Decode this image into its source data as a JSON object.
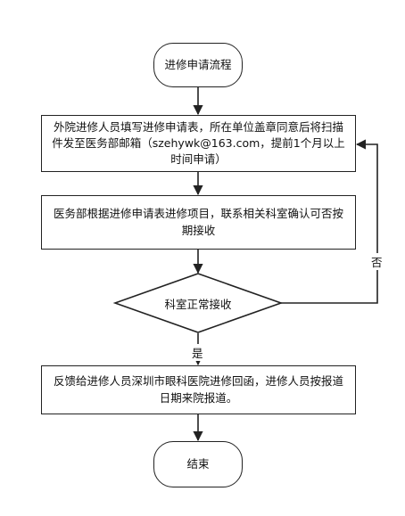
{
  "nodes": {
    "start": "进修申请流程",
    "step1": "外院进修人员填写进修申请表，所在单位盖章同意后将扫描件发至医务部邮箱（szehywk@163.com，提前1个月以上时间申请）",
    "step2": "医务部根据进修申请表进修项目，联系相关科室确认可否按期接收",
    "decision": "科室正常接收",
    "step3": "反馈给进修人员深圳市眼科医院进修回函，进修人员按报道日期来院报道。",
    "end": "结束"
  },
  "edges": {
    "yes_label": "是",
    "no_label": "否"
  }
}
